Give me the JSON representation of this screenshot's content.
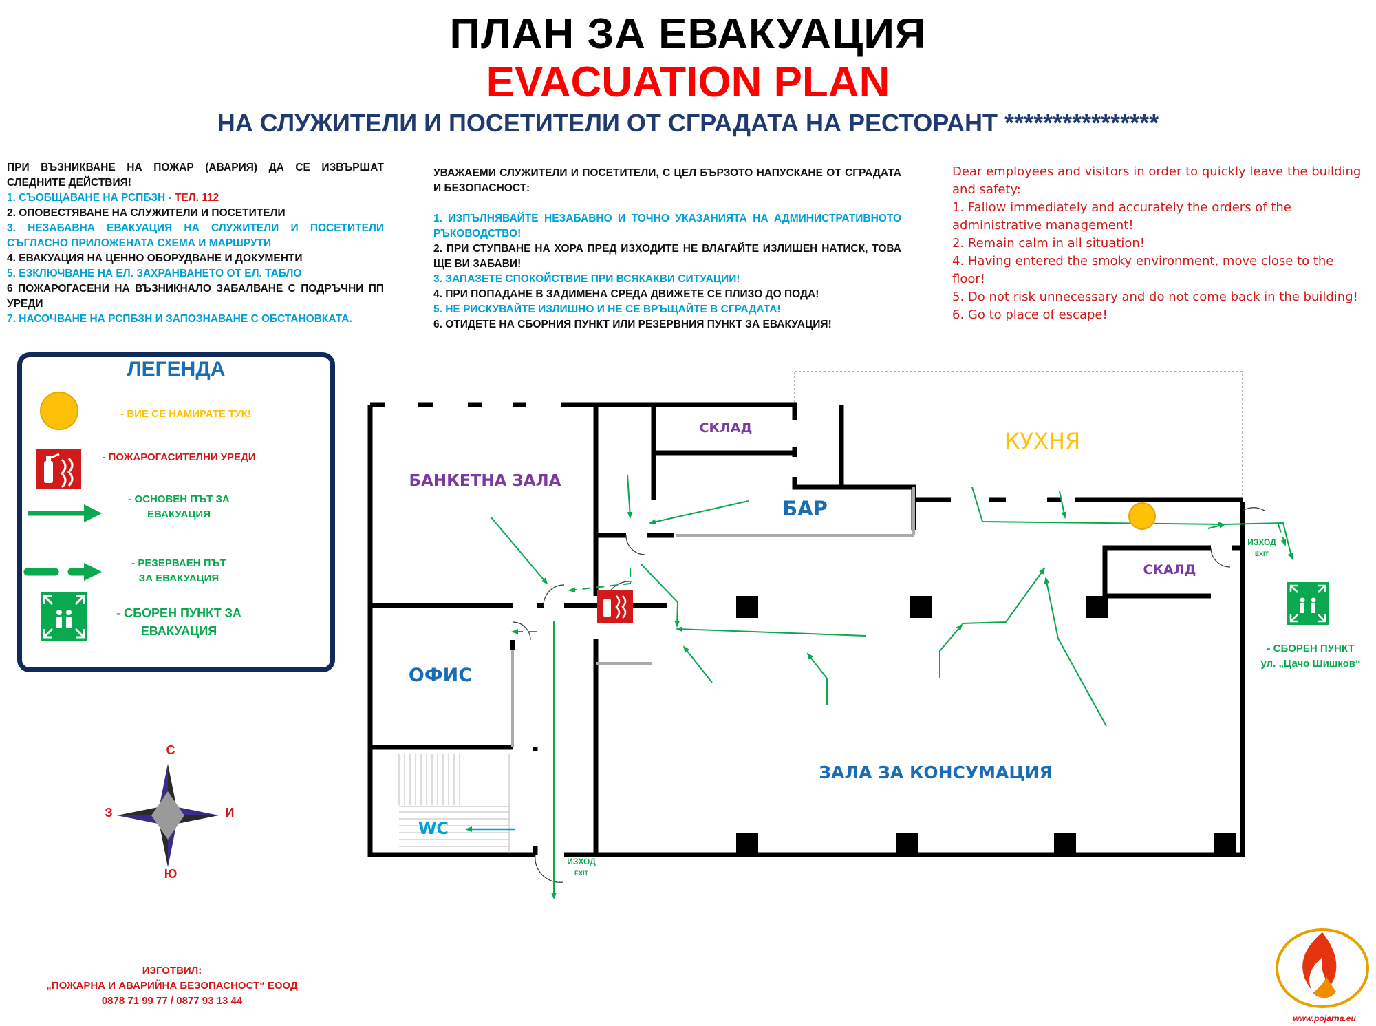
{
  "header": {
    "title_bg": "ПЛАН ЗА ЕВАКУАЦИЯ",
    "title_en": "EVACUATION PLAN",
    "subtitle": "НА СЛУЖИТЕЛИ И ПОСЕТИТЕЛИ ОТ СГРАДАТА НА РЕСТОРАНТ ****************"
  },
  "instructions_fire": {
    "intro": "ПРИ ВЪЗНИКВАНЕ НА ПОЖАР (АВАРИЯ) ДА СЕ ИЗВЪРШАТ СЛЕДНИТЕ ДЕЙСТВИЯ!",
    "item1": "1. СЪОБЩАВАНЕ НА РСПБЗН - ",
    "item1_phone": "ТЕЛ. 112",
    "item2": "2. ОПОВЕСТЯВАНЕ НА СЛУЖИТЕЛИ И ПОСЕТИТЕЛИ",
    "item3": "3. НЕЗАБАВНА ЕВАКУАЦИЯ НА СЛУЖИТЕЛИ И ПОСЕТИТЕЛИ СЪГЛАСНО ПРИЛОЖЕНАТА СХЕМА И МАРШРУТИ",
    "item4": "4. ЕВАКУАЦИЯ НА ЦЕННО ОБОРУДВАНЕ И ДОКУМЕНТИ",
    "item5": "5. ЕЗКЛЮЧВАНЕ НА ЕЛ. ЗАХРАНВАНЕТО ОТ ЕЛ. ТАБЛО",
    "item6": "6 ПОЖАРОГАСЕНИ НА ВЪЗНИКНАЛО ЗАБАЛВАНЕ С ПОДРЪЧНИ ПП УРЕДИ",
    "item7": "7. НАСОЧВАНЕ НА РСПБЗН И ЗАПОЗНАВАНЕ С ОБСТАНОВКАТА."
  },
  "instructions_bg": {
    "intro": "УВАЖАЕМИ СЛУЖИТЕЛИ И ПОСЕТИТЕЛИ, С ЦЕЛ БЪРЗОТО НАПУСКАНЕ ОТ СГРАДАТА И БЕЗОПАСНОСТ:",
    "item1": "1. ИЗПЪЛНЯВАЙТЕ НЕЗАБАВНО И ТОЧНО УКАЗАНИЯТА НА АДМИНИСТРАТИВНОТО РЪКОВОДСТВО!",
    "item2": "2. ПРИ СТУПВАНЕ НА ХОРА ПРЕД ИЗХОДИТЕ НЕ ВЛАГАЙТЕ ИЗЛИШЕН НАТИСК, ТОВА ЩЕ ВИ ЗАБАВИ!",
    "item3": "3. ЗАПАЗЕТЕ СПОКОЙСТВИЕ ПРИ ВСЯКАКВИ СИТУАЦИИ!",
    "item4": "4. ПРИ ПОПАДАНЕ В ЗАДИМЕНА СРЕДА ДВИЖЕТЕ СЕ ПЛИЗО ДО ПОДА!",
    "item5": "5. НЕ РИСКУВАЙТЕ ИЗЛИШНО И НЕ СЕ ВРЪЩАЙТЕ В СГРАДАТА!",
    "item6": "6. ОТИДЕТЕ НА СБОРНИЯ ПУНКТ ИЛИ РЕЗЕРВНИЯ ПУНКТ ЗА ЕВАКУАЦИЯ!"
  },
  "instructions_en": {
    "intro": "Dear employees and visitors in order to quickly leave the building and safety:",
    "item1": "1. Fallow immediately and accurately the orders of the administrative management!",
    "item2": "2. Remain calm in all situation!",
    "item4": "4. Having entered the smoky environment, move close to the floor!",
    "item5": "5. Do not risk unnecessary and do not come back in the building!",
    "item6": "6. Go to place of escape!"
  },
  "legend": {
    "title": "ЛЕГЕНДА",
    "you_are_here": "- ВИЕ СЕ НАМИРАТЕ ТУК!",
    "extinguishers": "- ПОЖАРОГАСИТЕЛНИ УРЕДИ",
    "main_route": "- ОСНОВЕН ПЪТ ЗА ЕВАКУАЦИЯ",
    "backup_route": "- РЕЗЕРВАЕН ПЪТ ЗА ЕВАКУАЦИЯ",
    "assembly": "- СБОРЕН ПУНКТ ЗА ЕВАКУАЦИЯ"
  },
  "compass": {
    "north": "С",
    "south": "Ю",
    "east": "И",
    "west": "З"
  },
  "rooms": {
    "warehouse1": "СКЛАД",
    "kitchen": "КУХНЯ",
    "banquet": "БАНКЕТНА ЗАЛА",
    "bar": "БАР",
    "warehouse2": "СКАЛД",
    "office": "ОФИС",
    "wc": "WC",
    "dining": "ЗАЛА ЗА КОНСУМАЦИЯ"
  },
  "exits": {
    "exit_bg": "ИЗХОД",
    "exit_en": "EXIT"
  },
  "assembly_point": {
    "line1": "- СБОРЕН ПУНКТ",
    "line2": "ул. „Цачо Шишков“"
  },
  "footer": {
    "prepared_by": "ИЗГОТВИЛ:",
    "company": "„ПОЖАРНА И АВАРИЙНА БЕЗОПАСНОСТ“ ЕООД",
    "phones": "0878 71 99 77 / 0877 93 13 44",
    "website": "www.pojarna.eu"
  },
  "colors": {
    "green": "#0aa84f",
    "red": "#d21a1a",
    "navy": "#102a5c",
    "yellow": "#ffc107",
    "purple": "#7a3aa0",
    "blue": "#1a6db5",
    "cyan": "#00a0d8"
  }
}
